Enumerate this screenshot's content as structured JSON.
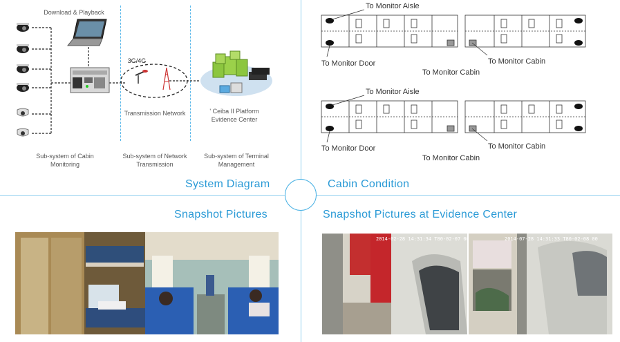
{
  "system_diagram": {
    "download_label": "Download & Playback",
    "network_3g": "3G/4G",
    "transmission_label": "Transmission Network",
    "platform_line1": "' Ceiba II Platform",
    "platform_line2": "Evidence Center",
    "cabin_line1": "Sub-system of Cabin",
    "cabin_line2": "Monitoring",
    "network_line1": "Sub-system of Network",
    "network_line2": "Transmission",
    "terminal_line1": "Sub-system of Terminal",
    "terminal_line2": "Management"
  },
  "cabin_condition": {
    "rows": [
      {
        "aisle": "To Monitor Aisle",
        "door": "To Monitor Door",
        "cabin_right": "To Monitor Cabin",
        "cabin_mid": "To Monitor Cabin"
      },
      {
        "aisle": "To Monitor Aisle",
        "door": "To Monitor Door",
        "cabin_right": "To Monitor Cabin",
        "cabin_mid": "To Monitor Cabin"
      }
    ]
  },
  "titles": {
    "system_diagram": "System Diagram",
    "cabin_condition": "Cabin Condition",
    "snapshot_pictures": "Snapshot Pictures",
    "snapshot_evidence": "Snapshot Pictures at Evidence Center"
  },
  "evidence_photos": {
    "left_timestamp": "2014-02-28 14:31:34 T80-02-07 00",
    "right_timestamp": "2014-07-28 14:31:33 T80-02-08 00"
  },
  "colors": {
    "accent": "#2a9ad6",
    "divider": "#8fcfee"
  }
}
